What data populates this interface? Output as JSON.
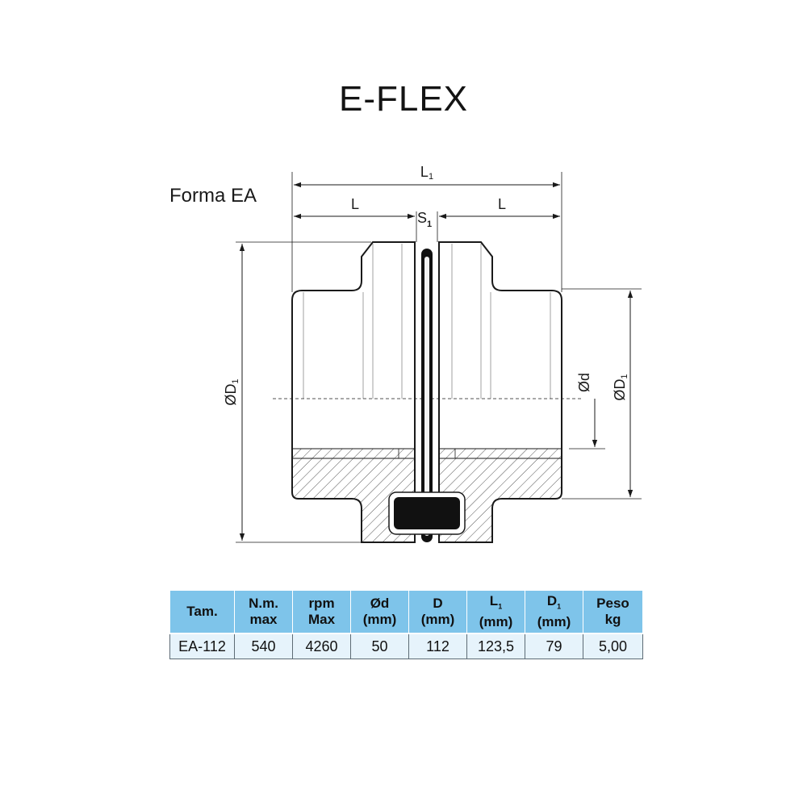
{
  "title": "E-FLEX",
  "form_label": "Forma EA",
  "dimensions": {
    "L1": {
      "main": "L",
      "sub": "1"
    },
    "L_left": "L",
    "L_right": "L",
    "S1": {
      "main": "S",
      "sub": "1"
    },
    "D1_left": {
      "main": "ØD",
      "sub": "1"
    },
    "d_right": "Ød",
    "D1_right": {
      "main": "ØD",
      "sub": "1"
    }
  },
  "table": {
    "headers": [
      {
        "line1": "Tam.",
        "line2": ""
      },
      {
        "line1": "N.m.",
        "line2": "max"
      },
      {
        "line1": "rpm",
        "line2": "Max"
      },
      {
        "line1": "Ød",
        "line2": "(mm)"
      },
      {
        "line1": "D",
        "line2": "(mm)"
      },
      {
        "line1": "L",
        "sub": "1",
        "line2": "(mm)"
      },
      {
        "line1": "D",
        "sub": "1",
        "line2": "(mm)"
      },
      {
        "line1": "Peso",
        "line2": "kg"
      }
    ],
    "rows": [
      [
        "EA-112",
        "540",
        "4260",
        "50",
        "112",
        "123,5",
        "79",
        "5,00"
      ]
    ]
  },
  "colors": {
    "header_bg": "#7ec4ea",
    "row_bg": "#e6f3fb",
    "line": "#1a1a1a"
  }
}
